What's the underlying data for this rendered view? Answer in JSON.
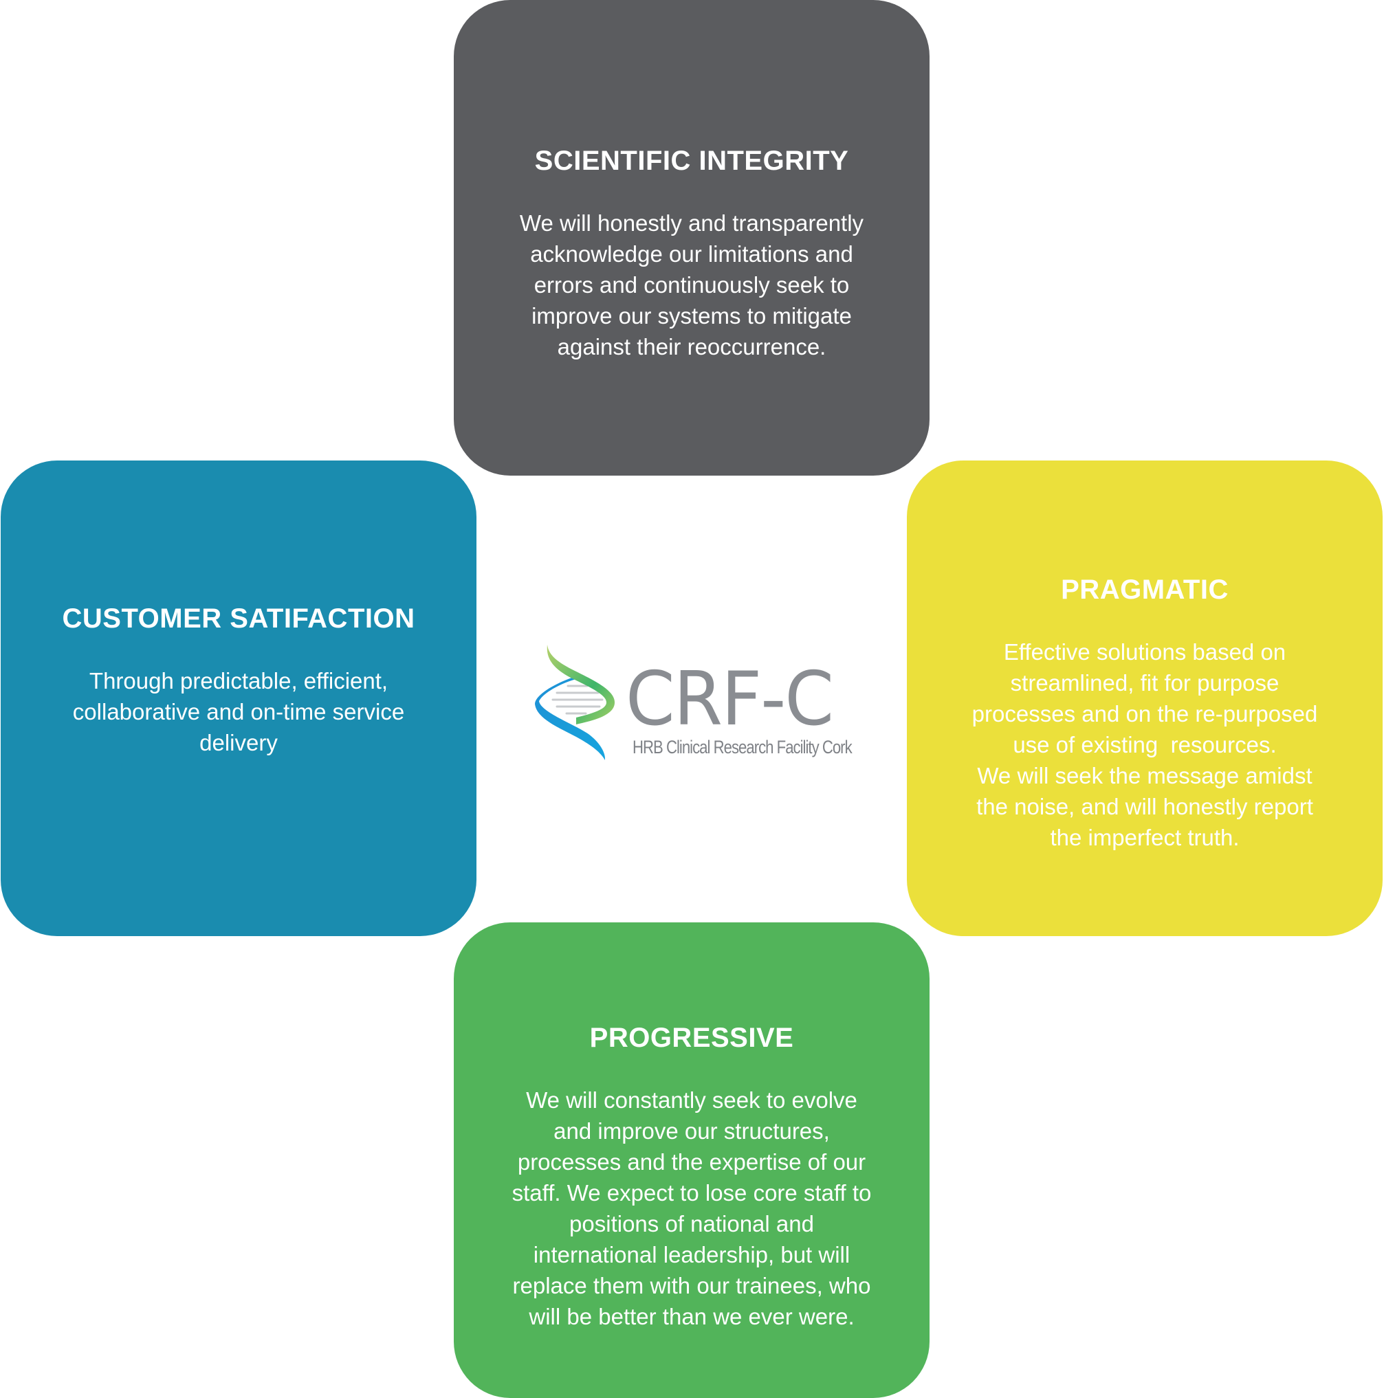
{
  "colors": {
    "scientific_integrity": "#5b5c5f",
    "customer_satisfaction": "#1a8caf",
    "pragmatic": "#ebe03b",
    "progressive": "#52b45a",
    "logo_text": "#8a8d92",
    "text": "#ffffff"
  },
  "logo": {
    "icon": "dna-helix-icon",
    "wordmark": "CRF-C",
    "subtitle": "HRB Clinical Research Facility Cork"
  },
  "cards": {
    "scientific_integrity": {
      "title": "SCIENTIFIC INTEGRITY",
      "lines": [
        "We will honestly and transparently",
        "acknowledge our limitations and",
        "errors and continuously seek to",
        "improve our systems to mitigate",
        "against their reoccurrence."
      ]
    },
    "customer_satisfaction": {
      "title": "CUSTOMER SATIFACTION",
      "lines": [
        "Through predictable, efficient,",
        "collaborative and on-time service",
        "delivery"
      ]
    },
    "pragmatic": {
      "title": "PRAGMATIC",
      "lines": [
        "Effective solutions based on",
        "streamlined, fit for purpose",
        "processes and on the re-purposed",
        "use of existing  resources.",
        "We will seek the message amidst",
        "the noise, and will honestly report",
        "the imperfect truth."
      ]
    },
    "progressive": {
      "title": "PROGRESSIVE",
      "lines": [
        "We will constantly seek to evolve",
        "and improve our structures,",
        "processes and the expertise of our",
        "staff. We expect to lose core staff to",
        "positions of national and",
        "international leadership, but will",
        "replace them with our trainees, who",
        "will be better than we ever were."
      ]
    }
  }
}
